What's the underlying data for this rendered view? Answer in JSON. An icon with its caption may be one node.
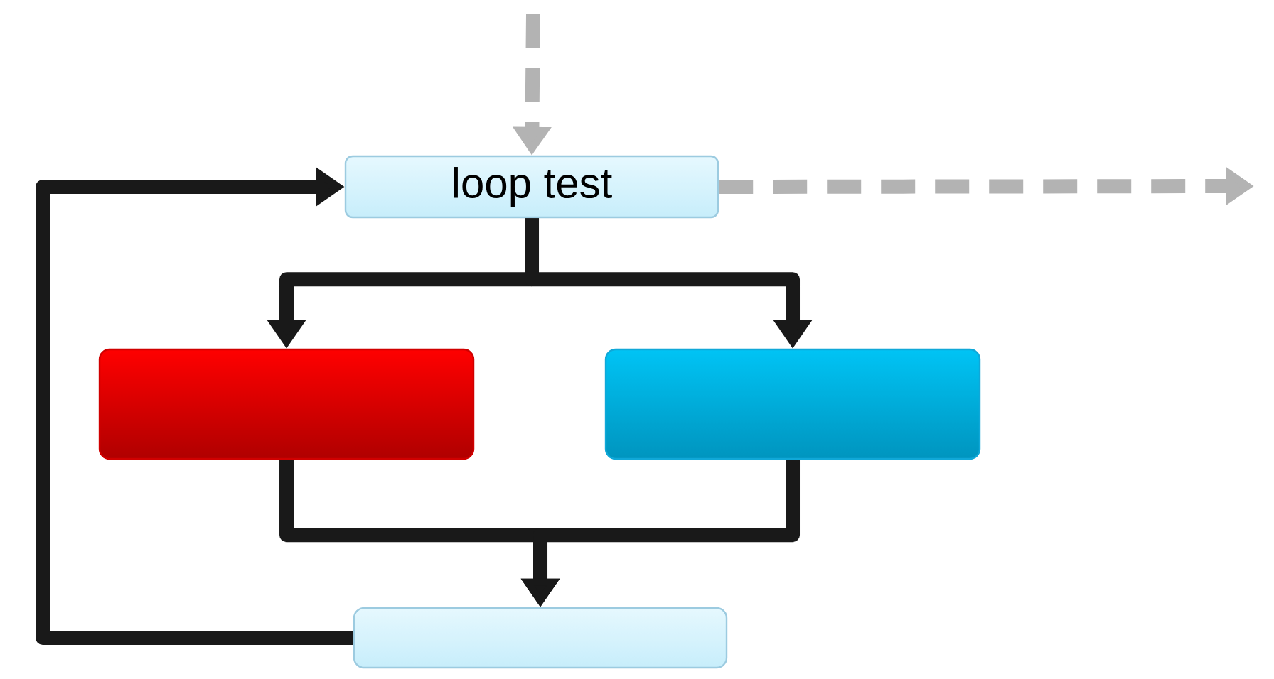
{
  "diagram": {
    "nodes": [
      {
        "text": [
          "loop test"
        ]
      },
      {
        "text": [],
        "shape": "box"
      },
      {
        "text": [],
        "shape": "box"
      },
      {
        "text": [],
        "shape": "box"
      }
    ],
    "edges": [
      {
        "from": null,
        "to": 0,
        "arrow": "to",
        "style": "dashed",
        "color": "#b3b3b3"
      },
      {
        "from": 0,
        "to": null,
        "arrow": "to",
        "style": "dashed",
        "color": "#b3b3b3"
      },
      {
        "from": 0,
        "to": 1,
        "arrow": "to"
      },
      {
        "from": 0,
        "to": 2,
        "arrow": "to"
      },
      {
        "from": 1,
        "to": 3,
        "arrow": "to"
      },
      {
        "from": 2,
        "to": 3,
        "arrow": "to"
      },
      {
        "from": 3,
        "to": 0,
        "arrow": "to"
      }
    ]
  }
}
